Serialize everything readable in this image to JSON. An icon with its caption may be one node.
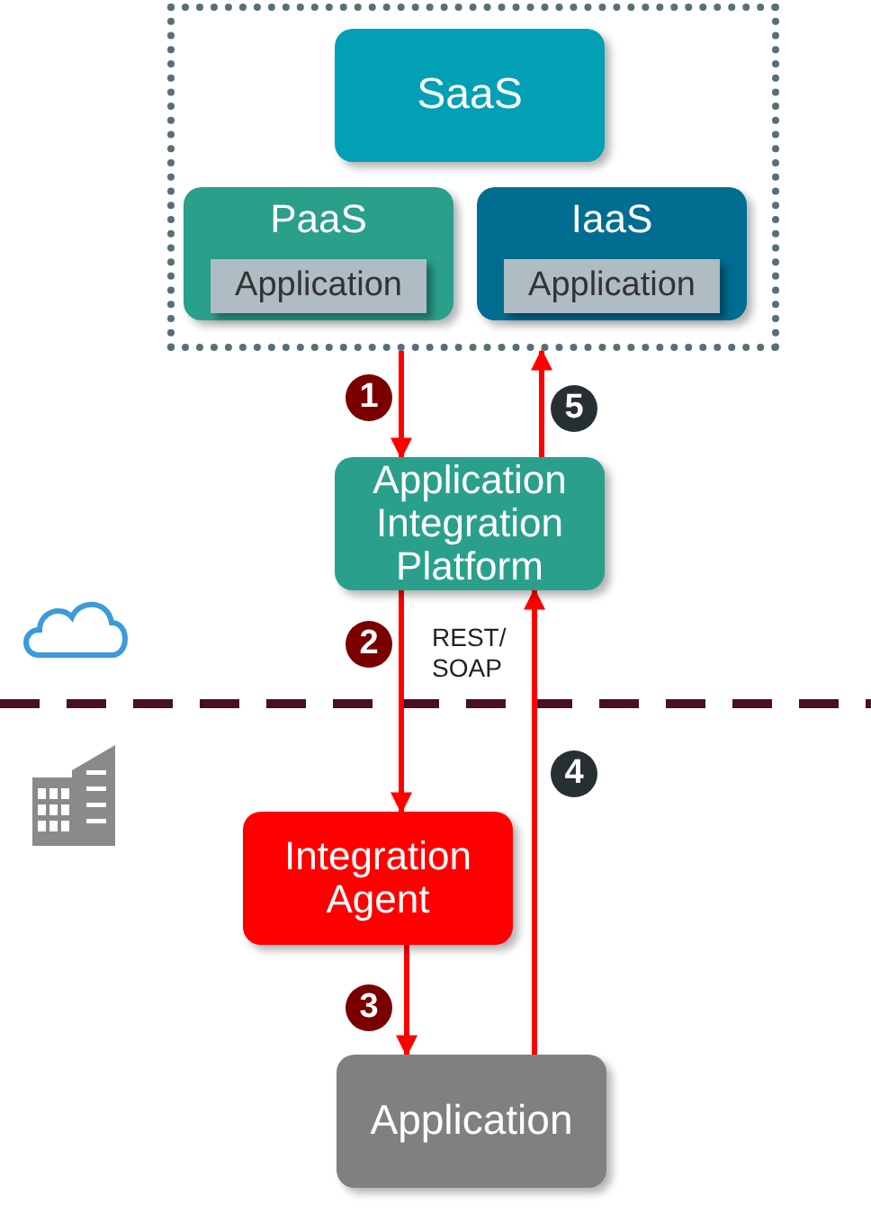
{
  "diagram": {
    "nodes": [
      {
        "text": [],
        "shape": "box"
      },
      {
        "text": [
          "SaaS"
        ],
        "in": 0
      },
      {
        "text": [
          "PaaS"
        ],
        "in": 0
      },
      {
        "text": [
          "Application"
        ],
        "in": 2
      },
      {
        "text": [
          "IaaS"
        ],
        "in": 0
      },
      {
        "text": [
          "Application"
        ],
        "in": 4
      },
      {
        "text": [
          "Application Integration Platform"
        ]
      },
      {
        "text": [
          "Integration Agent"
        ]
      },
      {
        "text": [
          "Application"
        ]
      }
    ],
    "edges": [
      {
        "from": 0,
        "to": 6,
        "arrow": "to",
        "label": "1"
      },
      {
        "from": 6,
        "to": 7,
        "arrow": "to",
        "label": "2"
      },
      {
        "from": 7,
        "to": 8,
        "arrow": "to",
        "label": "3"
      },
      {
        "from": 8,
        "to": 6,
        "arrow": "to",
        "label": "4"
      },
      {
        "from": 6,
        "to": 0,
        "arrow": "to",
        "label": "5"
      }
    ],
    "labels": [
      "REST/ SOAP"
    ]
  }
}
